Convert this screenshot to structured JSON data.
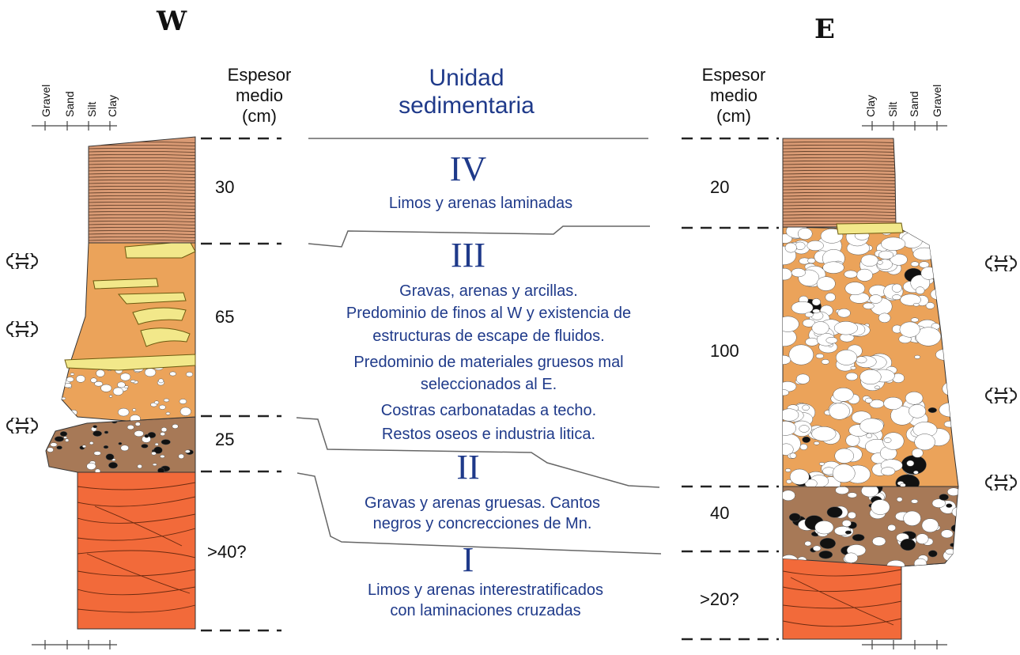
{
  "compass": {
    "west": "W",
    "east": "E"
  },
  "grain_size": {
    "west": [
      "Gravel",
      "Sand",
      "Silt",
      "Clay"
    ],
    "east": [
      "Clay",
      "Silt",
      "Sand",
      "Gravel"
    ]
  },
  "headers": {
    "thickness": [
      "Espesor",
      "medio",
      "(cm)"
    ],
    "unit": [
      "Unidad",
      "sedimentaria"
    ]
  },
  "units": [
    {
      "roman": "IV",
      "description": [
        "Limos y arenas laminadas"
      ],
      "west_thickness": "30",
      "east_thickness": "20"
    },
    {
      "roman": "III",
      "description": [
        "Gravas, arenas y arcillas.",
        "Predominio de finos al W y existencia de",
        "estructuras de escape de fluidos.",
        "Predominio de materiales gruesos mal",
        "seleccionados al E.",
        "Costras carbonatadas a techo.",
        "Restos oseos e industria litica."
      ],
      "west_thickness": "65",
      "east_thickness": "100"
    },
    {
      "roman": "II",
      "description": [
        "Gravas y arenas gruesas. Cantos",
        "negros y concrecciones de Mn."
      ],
      "west_thickness": "25",
      "east_thickness": "40"
    },
    {
      "roman": "I",
      "description": [
        "Limos y arenas interestratificados",
        "con laminaciones cruzadas"
      ],
      "west_thickness": ">40?",
      "east_thickness": ">20?"
    }
  ],
  "colors": {
    "unit_iv": "#d99a74",
    "unit_iii": "#eba35a",
    "unit_ii": "#a77957",
    "unit_i": "#f26a3a",
    "concretion": "#f2e88a",
    "text_blue": "#1f3a8a"
  },
  "icons": [
    "bone-icon"
  ]
}
